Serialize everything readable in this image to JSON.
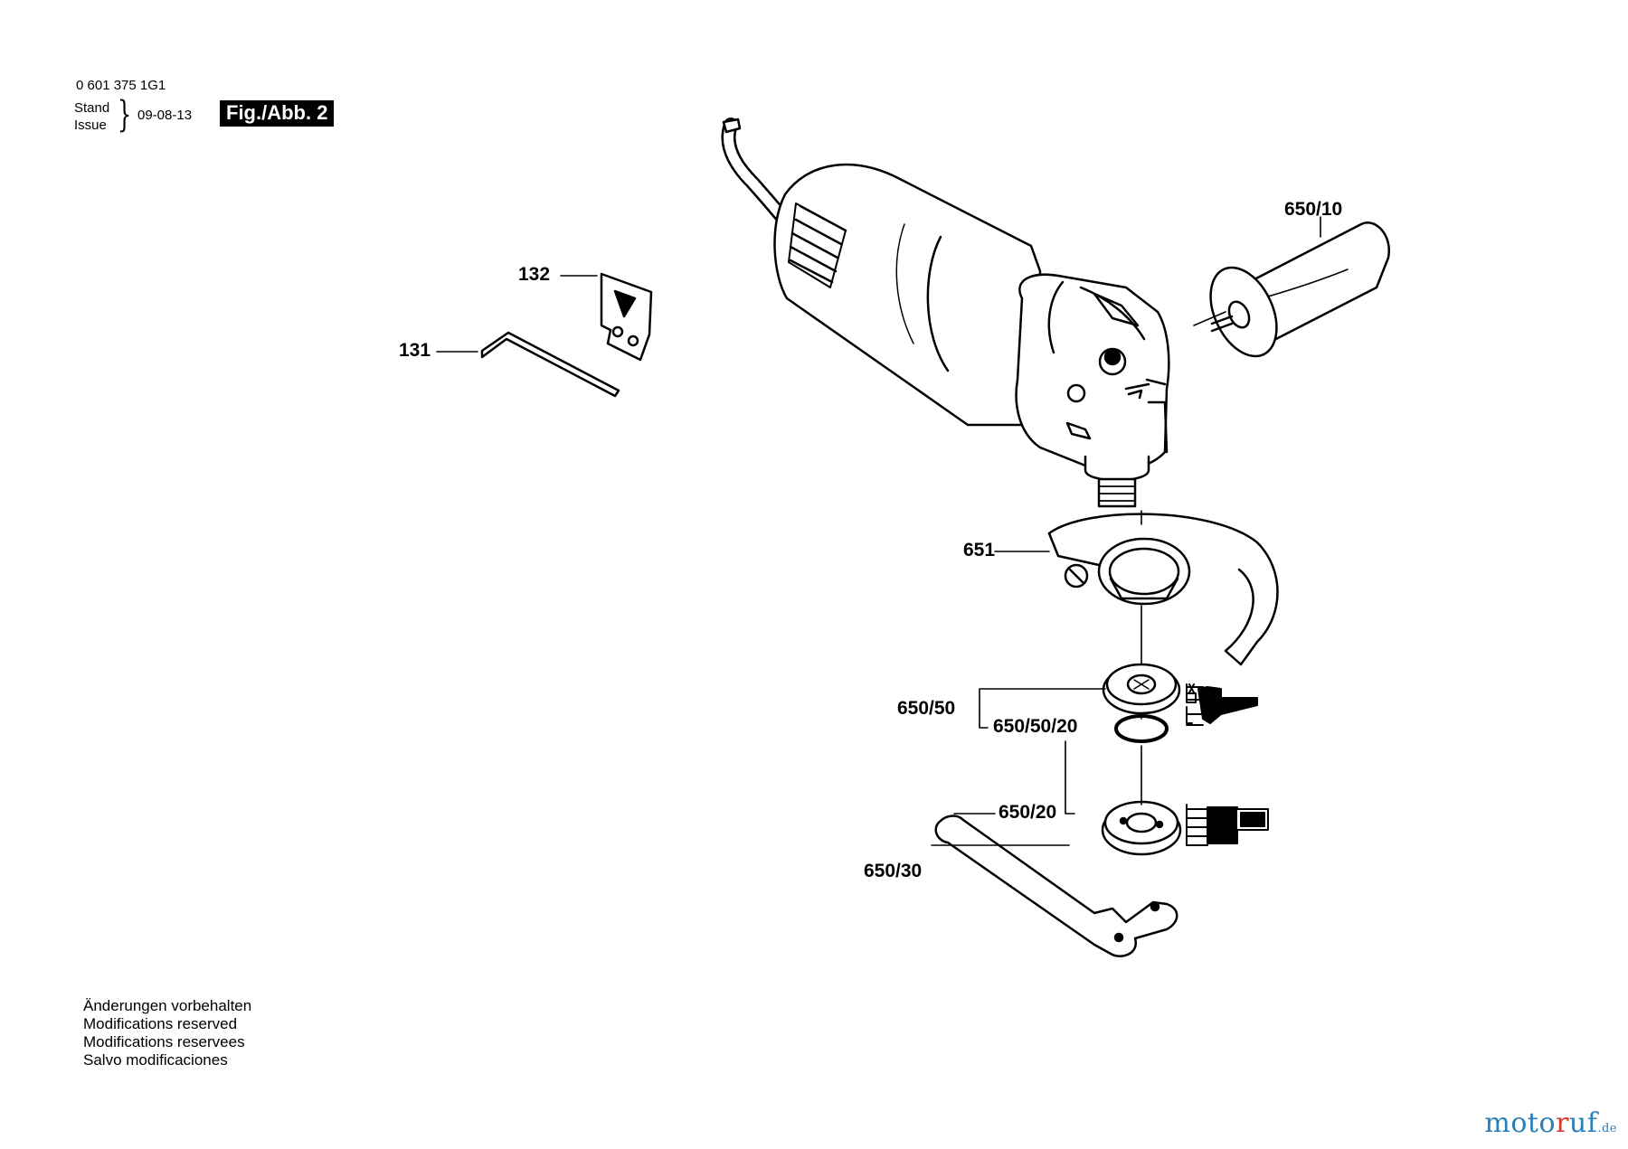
{
  "header": {
    "doc_number": "0 601 375 1G1",
    "stand_label": "Stand",
    "issue_label": "Issue",
    "date": "09-08-13",
    "figure_label": "Fig./Abb. 2"
  },
  "parts": {
    "p132": "132",
    "p131": "131",
    "p650_10": "650/10",
    "p651": "651",
    "p650_50": "650/50",
    "p650_50_20": "650/50/20",
    "p650_20": "650/20",
    "p650_30": "650/30"
  },
  "notes": [
    "Änderungen vorbehalten",
    "Modifications reserved",
    "Modifications reservees",
    "Salvo modificaciones"
  ],
  "watermark": {
    "part1": "moto",
    "part2": "r",
    "part3": "uf",
    "suffix": ".de"
  }
}
